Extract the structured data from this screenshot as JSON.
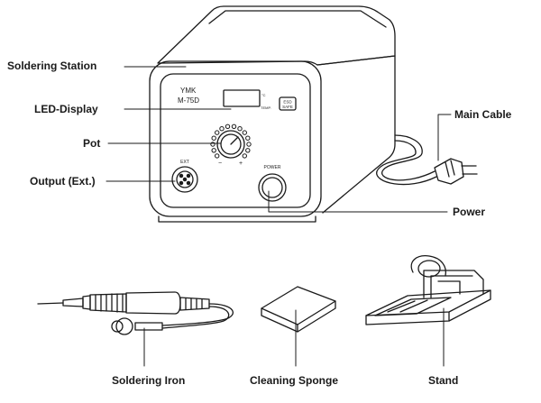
{
  "station": {
    "brand": "YMK",
    "model": "M-75D",
    "unit_c": "°C",
    "unit_temp": "TEMP.",
    "esd_line1": "ESD",
    "esd_line2": "SAFE",
    "ext_label": "EXT",
    "power_label": "POWER",
    "knob_minus": "−",
    "knob_plus": "+"
  },
  "labels": {
    "soldering_station": "Soldering Station",
    "led_display": "LED-Display",
    "pot": "Pot",
    "output_ext": "Output (Ext.)",
    "main_cable": "Main Cable",
    "power": "Power",
    "soldering_iron": "Soldering Iron",
    "cleaning_sponge": "Cleaning Sponge",
    "stand": "Stand"
  },
  "colors": {
    "line": "#1a1a1a",
    "text": "#1a1a1a",
    "background": "#ffffff"
  }
}
